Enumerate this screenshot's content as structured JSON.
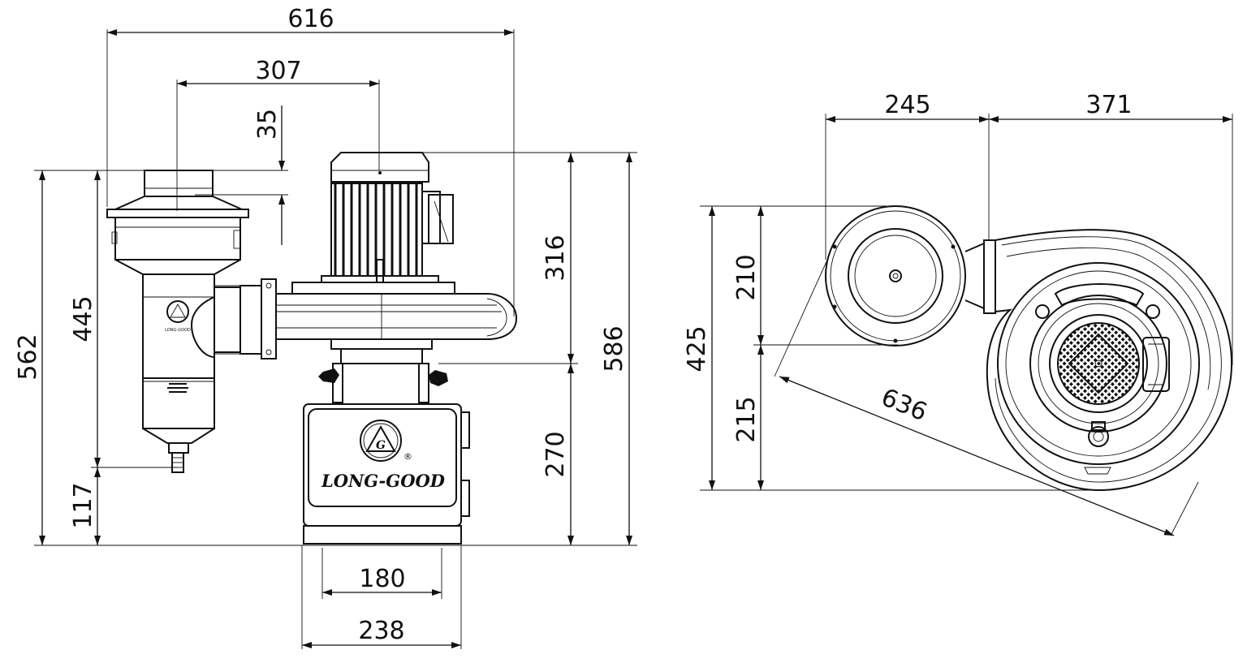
{
  "brand": {
    "name": "LONG-GOOD",
    "logo_letter": "G",
    "registered_mark": "®",
    "small_label": "LONG-GOOD"
  },
  "front_view": {
    "dimensions": {
      "overall_width": "616",
      "inlet_offset": "307",
      "inlet_height": "35",
      "motor_height": "316",
      "total_height_left": "562",
      "body_height": "445",
      "drain_height": "117",
      "total_height_right": "586",
      "base_height": "270",
      "foot_spacing": "180",
      "base_width": "238"
    }
  },
  "top_view": {
    "dimensions": {
      "inlet_width": "245",
      "housing_width": "371",
      "total_depth": "425",
      "upper_depth": "210",
      "lower_depth": "215",
      "diagonal": "636"
    }
  }
}
